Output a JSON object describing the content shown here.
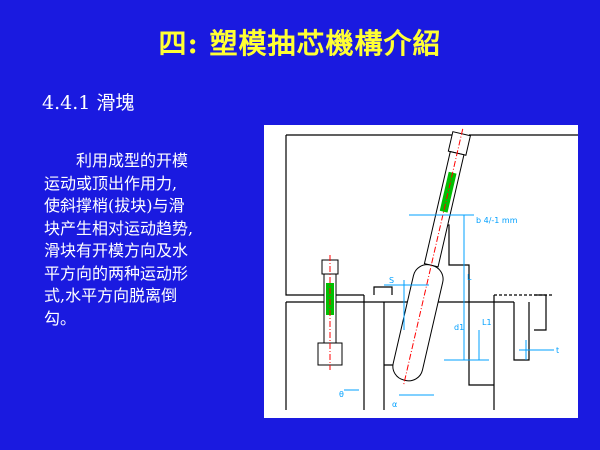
{
  "title": "四:   塑模抽芯機構介紹",
  "subtitle": "4.4.1   滑塊",
  "body_lines": [
    "　　利用成型的开模",
    "运动或顶出作用力,",
    "使斜撑梢(拔块)与滑",
    "块产生相对运动趋势,",
    "滑块有开模方向及水",
    "平方向的两种运动形",
    "式,水平方向脱离倒",
    "勾。"
  ],
  "figure": {
    "labels": {
      "s": "S",
      "l": "L",
      "l1": "L1",
      "t": "t",
      "alpha": "α",
      "theta": "θ",
      "d1": "d1",
      "dims": "b 4/-1 mm"
    }
  },
  "colors": {
    "background": "#1a1ae0",
    "title": "#ffff33",
    "text": "#ffffff",
    "pin_fill": "#00c000",
    "centerline": "#ff0000",
    "dimension": "#00a0ff",
    "outline": "#000000"
  }
}
